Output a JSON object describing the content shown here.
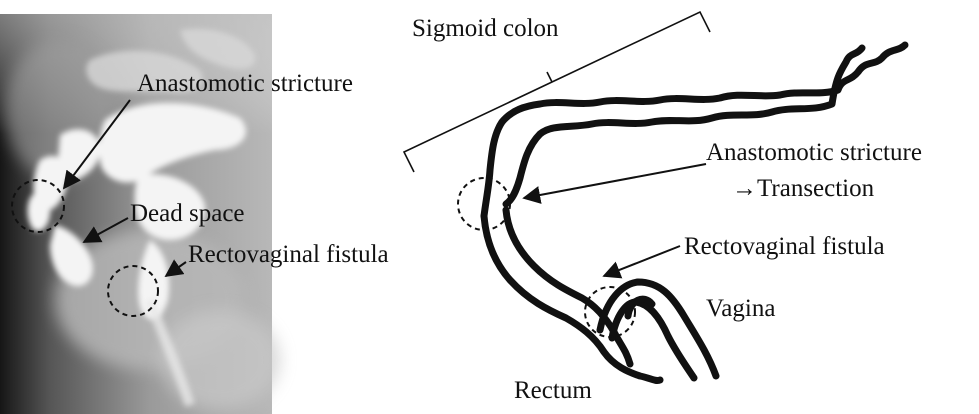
{
  "xray_panel": {
    "labels": {
      "anastomotic_stricture": "Anastomotic stricture",
      "dead_space": "Dead space",
      "rectovaginal_fistula": "Rectovaginal fistula"
    }
  },
  "schematic_panel": {
    "labels": {
      "sigmoid_colon": "Sigmoid colon",
      "anastomotic_stricture": "Anastomotic stricture",
      "transection": "→Transection",
      "rectovaginal_fistula": "Rectovaginal fistula",
      "vagina": "Vagina",
      "rectum": "Rectum"
    }
  },
  "colors": {
    "ink": "#111111",
    "xray_dark": "#1a1a1a",
    "xray_mid": "#8a8a8a",
    "xray_light": "#f2f2f2"
  }
}
